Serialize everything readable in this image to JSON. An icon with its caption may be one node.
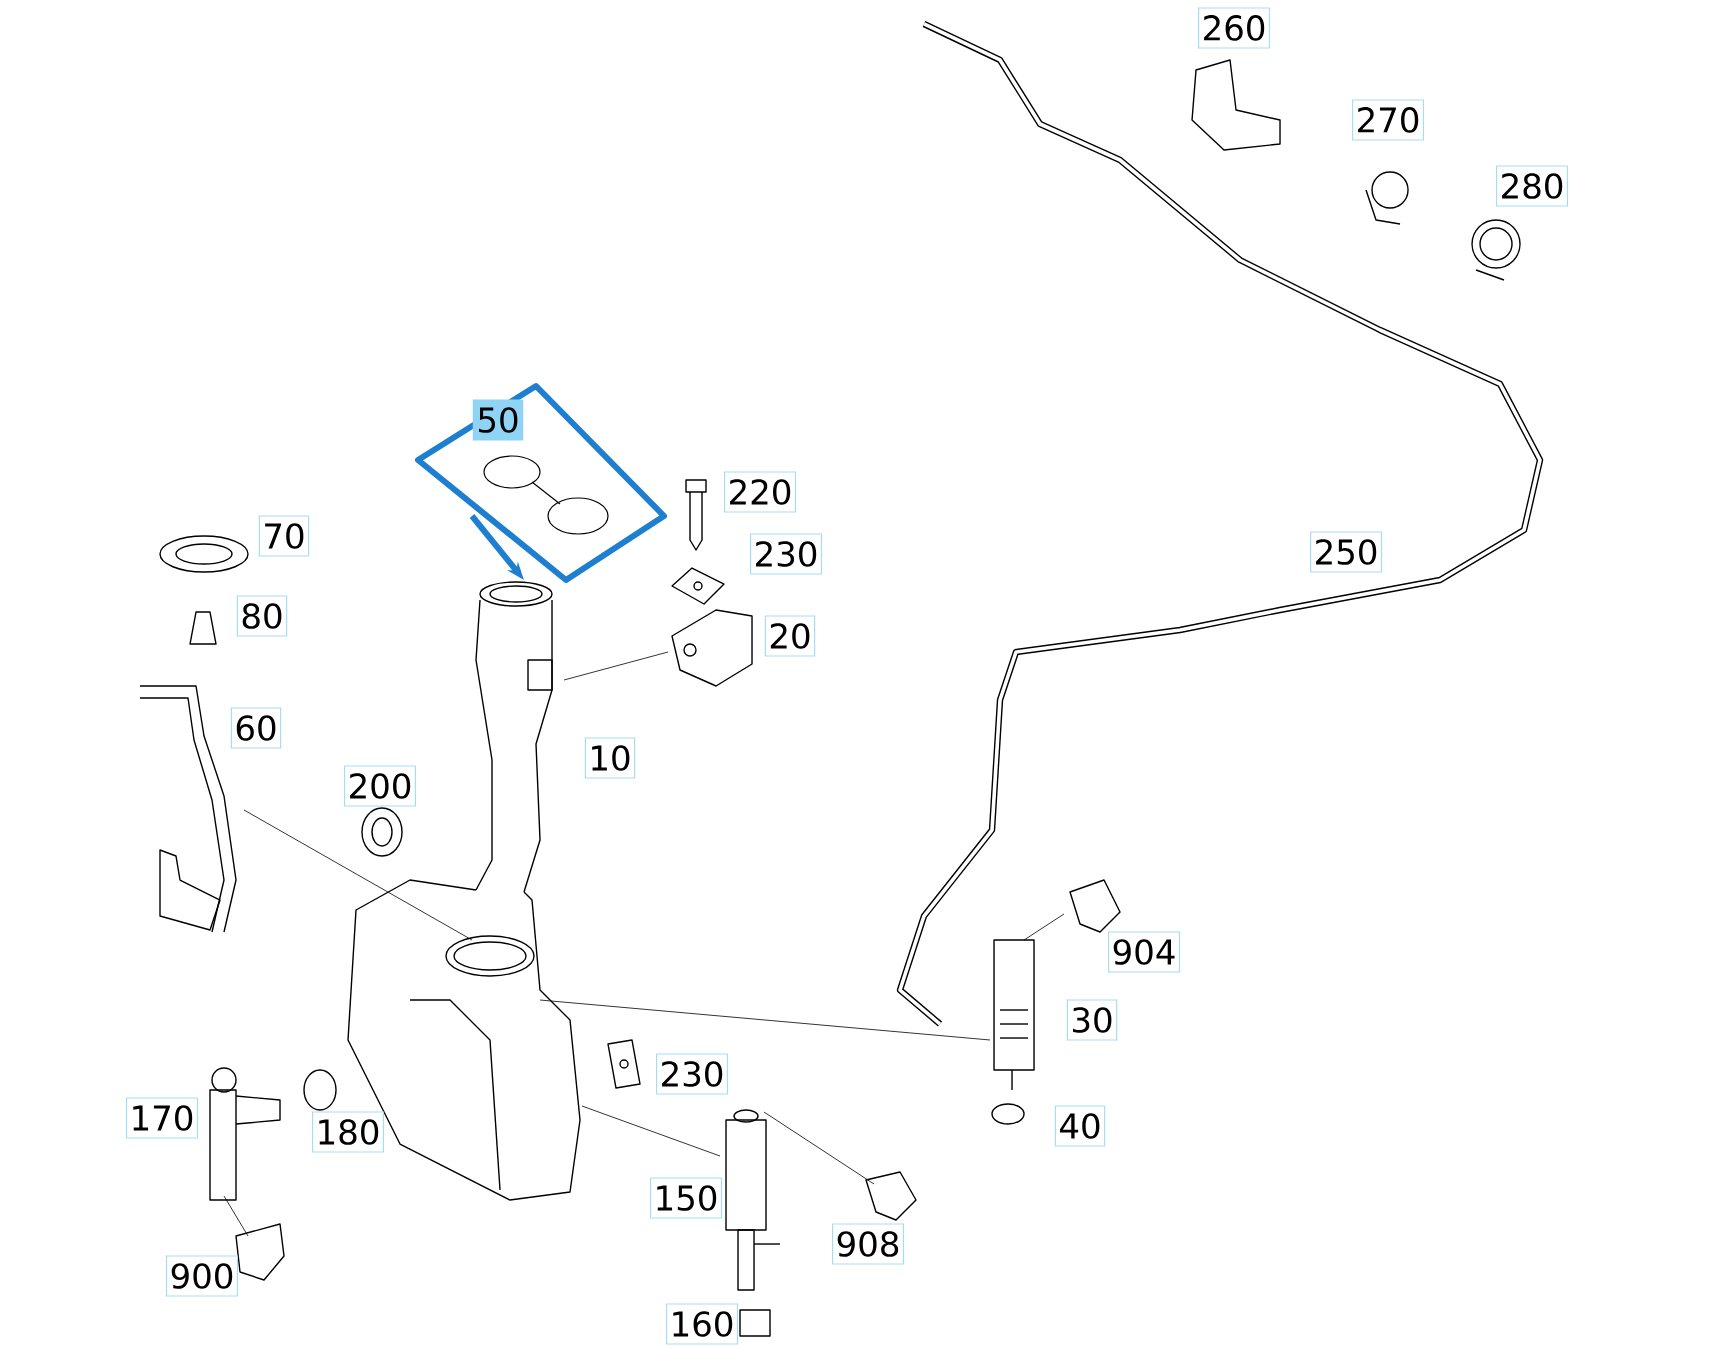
{
  "diagram": {
    "labels": [
      "260",
      "270",
      "280",
      "50",
      "220",
      "70",
      "230",
      "80",
      "20",
      "250",
      "60",
      "10",
      "200",
      "904",
      "30",
      "230",
      "40",
      "170",
      "180",
      "150",
      "908",
      "900",
      "160"
    ]
  }
}
